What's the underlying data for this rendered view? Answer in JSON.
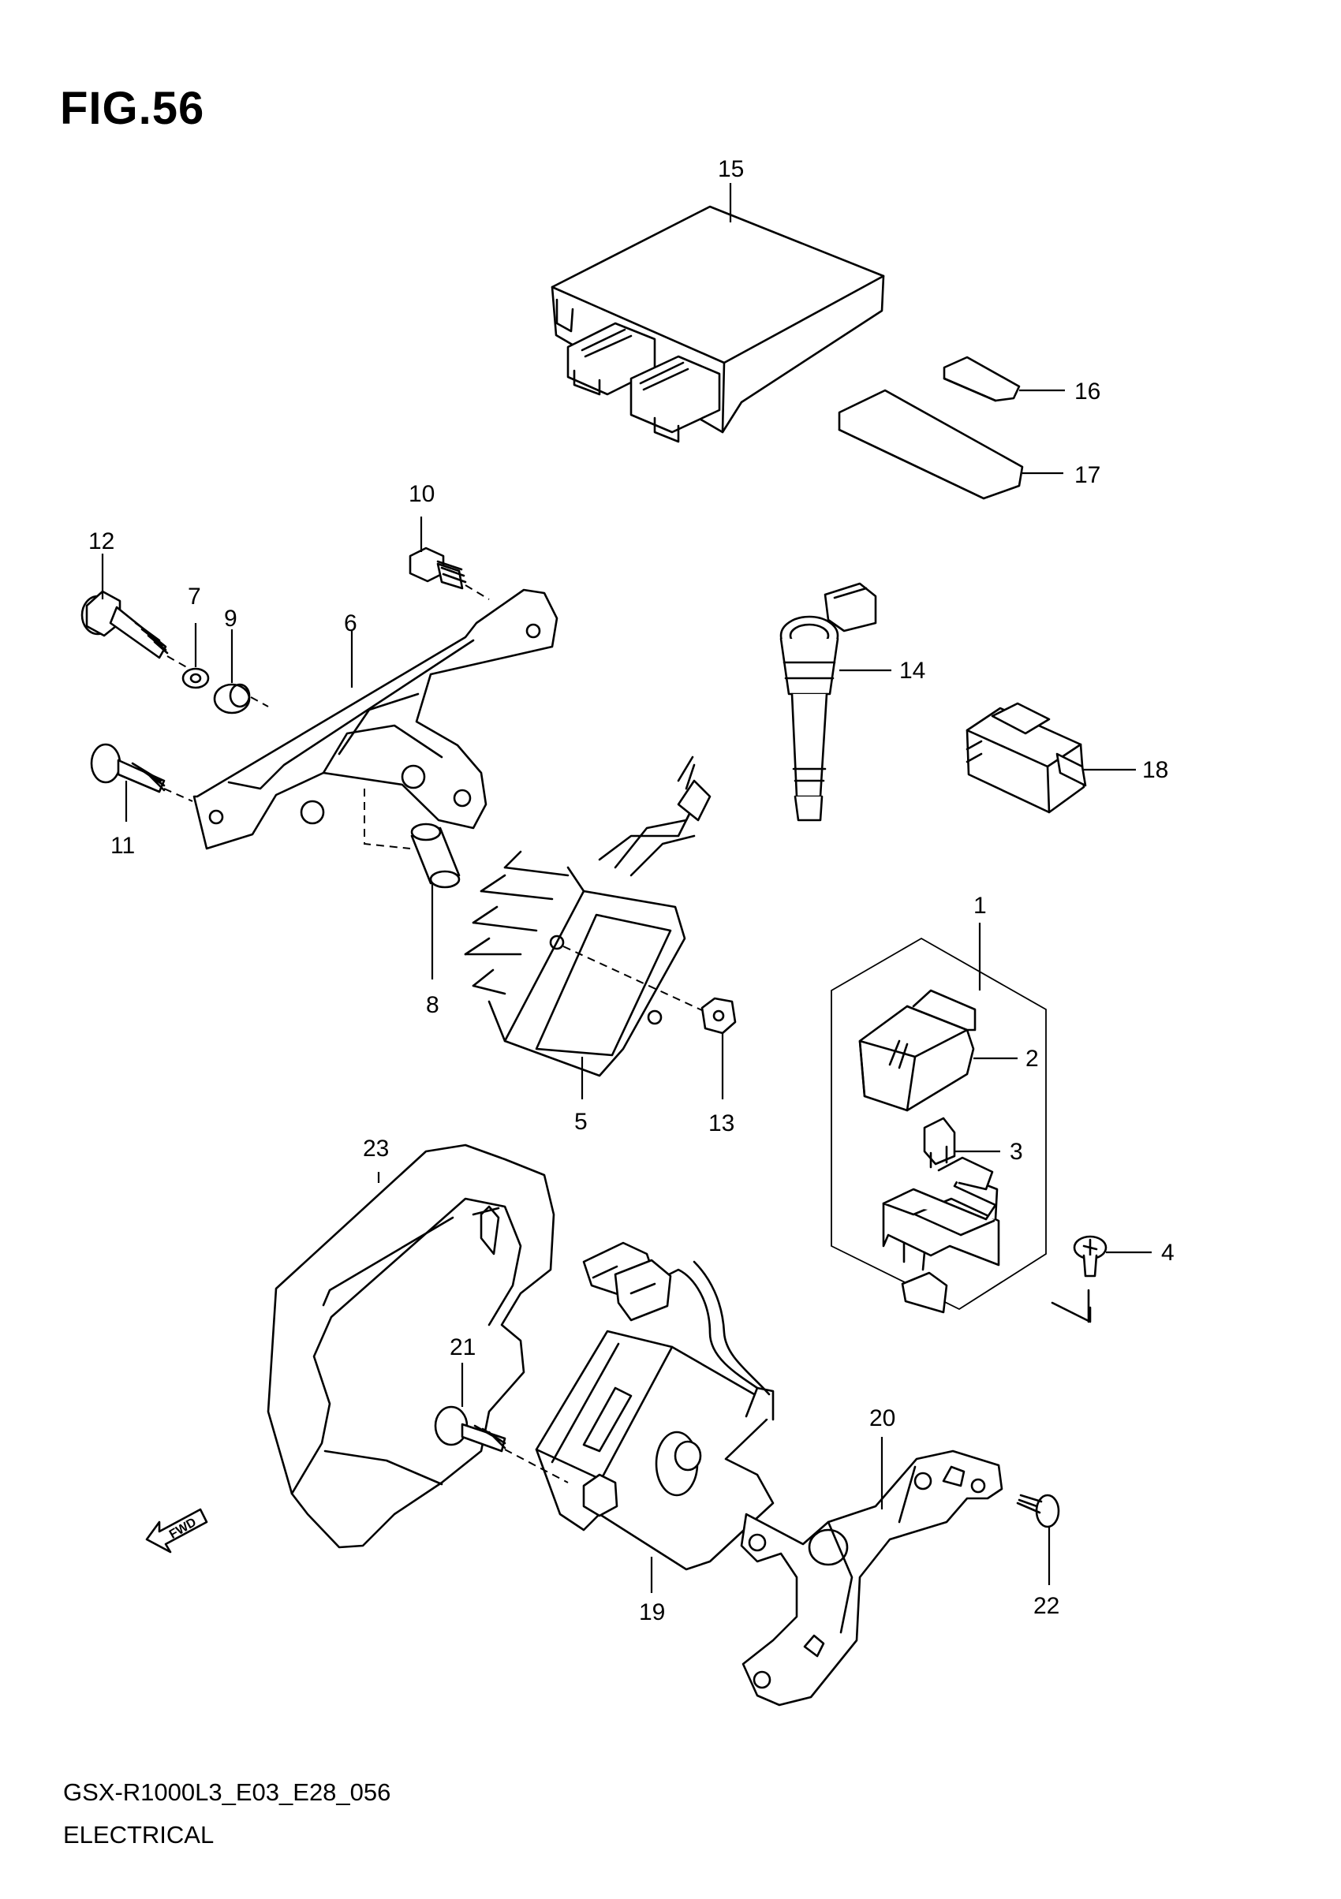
{
  "figure": {
    "title": "FIG.56"
  },
  "footer": {
    "code": "GSX-R1000L3_E03_E28_056",
    "section": "ELECTRICAL"
  },
  "fwd_label": "FWD",
  "callouts": [
    "1",
    "2",
    "3",
    "4",
    "5",
    "6",
    "7",
    "8",
    "9",
    "10",
    "11",
    "12",
    "13",
    "14",
    "15",
    "16",
    "17",
    "18",
    "19",
    "20",
    "21",
    "22",
    "23"
  ]
}
